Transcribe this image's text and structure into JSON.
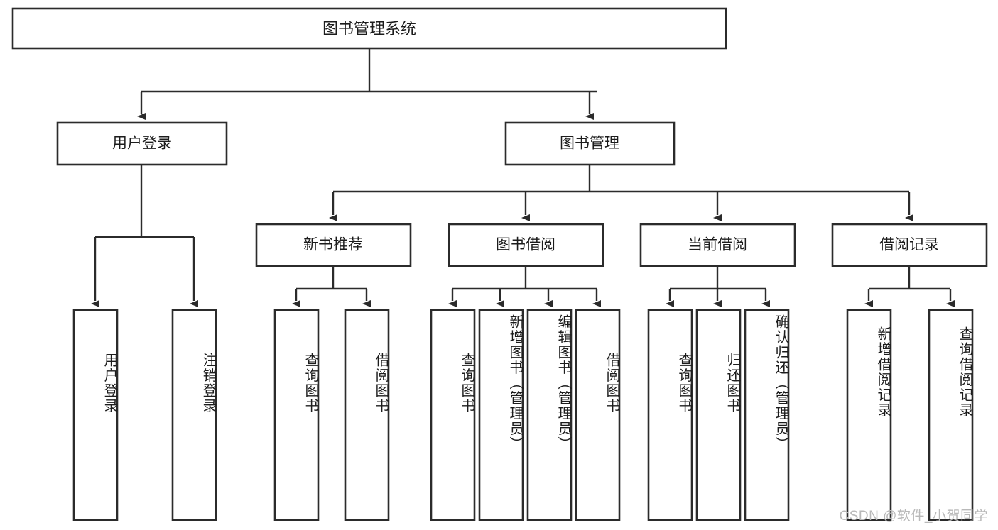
{
  "diagram": {
    "title": "图书管理系统",
    "watermark": "CSDN @软件_小贺同学",
    "levels": {
      "root": {
        "label": "图书管理系统"
      },
      "level2": [
        {
          "label": "用户登录"
        },
        {
          "label": "图书管理"
        }
      ],
      "level3": [
        {
          "label": "新书推荐"
        },
        {
          "label": "图书借阅"
        },
        {
          "label": "当前借阅"
        },
        {
          "label": "借阅记录"
        }
      ],
      "leaves": {
        "user_login": [
          {
            "label": "用户登录"
          },
          {
            "label": "注销登录"
          }
        ],
        "new_book_recommend": [
          {
            "label": "查询图书"
          },
          {
            "label": "借阅图书"
          }
        ],
        "book_borrow": [
          {
            "label": "查询图书"
          },
          {
            "label": "新增图书（管理员）"
          },
          {
            "label": "编辑图书（管理员）"
          },
          {
            "label": "借阅图书"
          }
        ],
        "current_borrow": [
          {
            "label": "查询图书"
          },
          {
            "label": "归还图书"
          },
          {
            "label": "确认归还（管理员）"
          }
        ],
        "borrow_records": [
          {
            "label": "新增借阅记录"
          },
          {
            "label": "查询借阅记录"
          }
        ]
      }
    },
    "colors": {
      "stroke": "#2b2b2b",
      "fill": "#ffffff",
      "text": "#1c1c1c",
      "watermark": "#b9b9b9"
    }
  }
}
